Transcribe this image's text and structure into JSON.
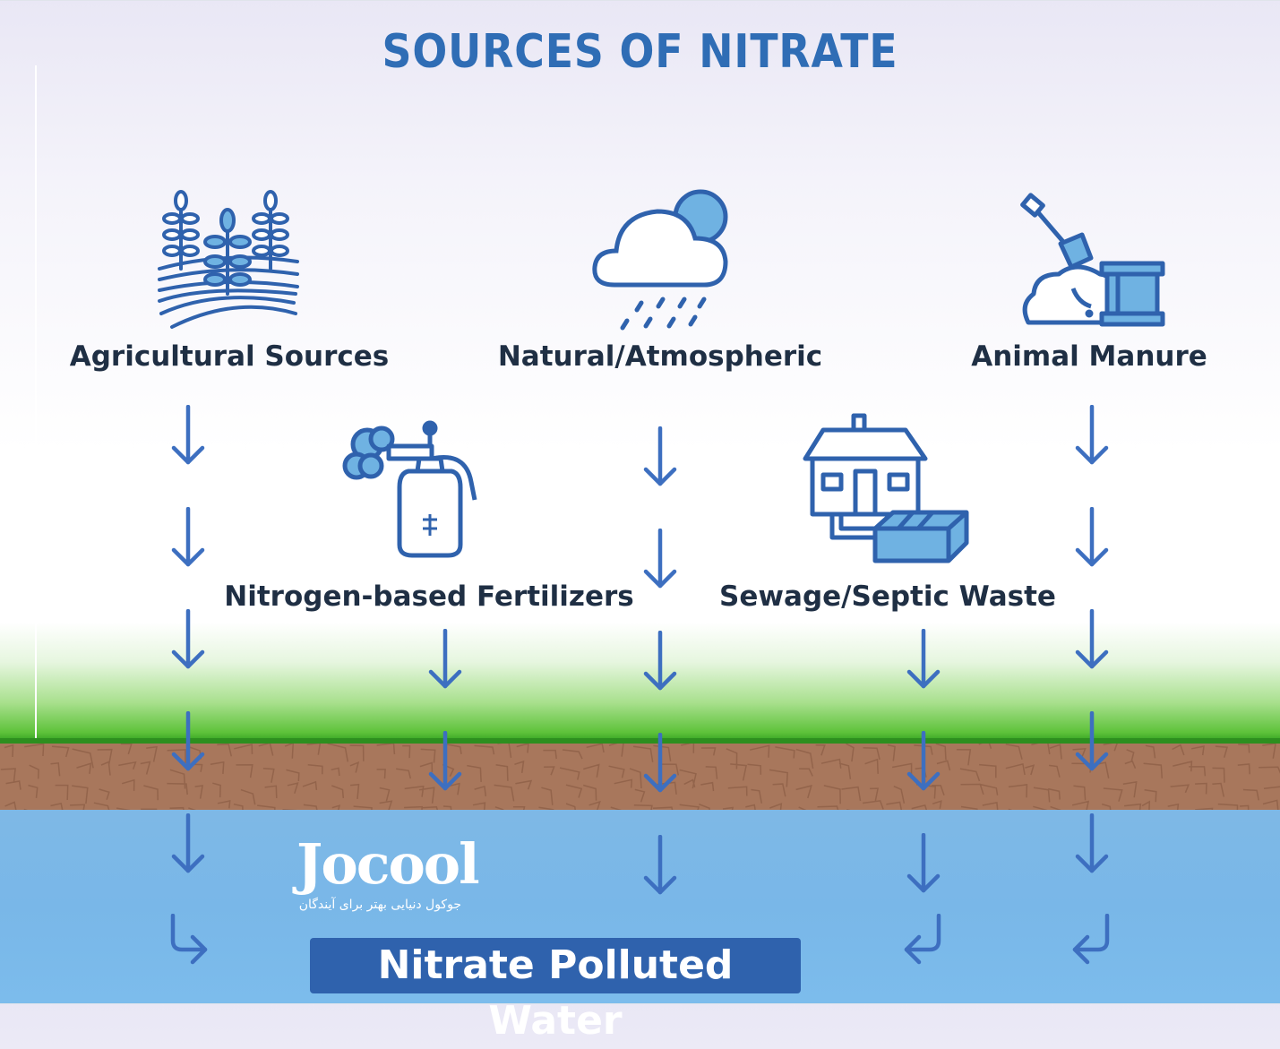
{
  "title": "SOURCES OF NITRATE",
  "sources": [
    {
      "label": "Agricultural Sources",
      "icon": "crops-field-icon"
    },
    {
      "label": "Natural/Atmospheric",
      "icon": "rain-cloud-sun-icon"
    },
    {
      "label": "Animal Manure",
      "icon": "shovel-manure-icon"
    },
    {
      "label": "Nitrogen-based Fertilizers",
      "icon": "fertilizer-sprayer-icon"
    },
    {
      "label": "Sewage/Septic Waste",
      "icon": "house-septic-tank-icon"
    }
  ],
  "result_label": "Nitrate Polluted Water",
  "logo": {
    "word": "Jocool",
    "tagline": "جوکول دنیایی بهتر برای آیندگان"
  },
  "colors": {
    "title": "#2f6db5",
    "icon": "#2f62ad",
    "icon_fill": "#6fb2e2",
    "arrow": "#3d6fc0",
    "soil": "#a8775c",
    "grass": "#2d8f1f",
    "water": "#7cbaea",
    "label_bg": "#2f62ad"
  }
}
